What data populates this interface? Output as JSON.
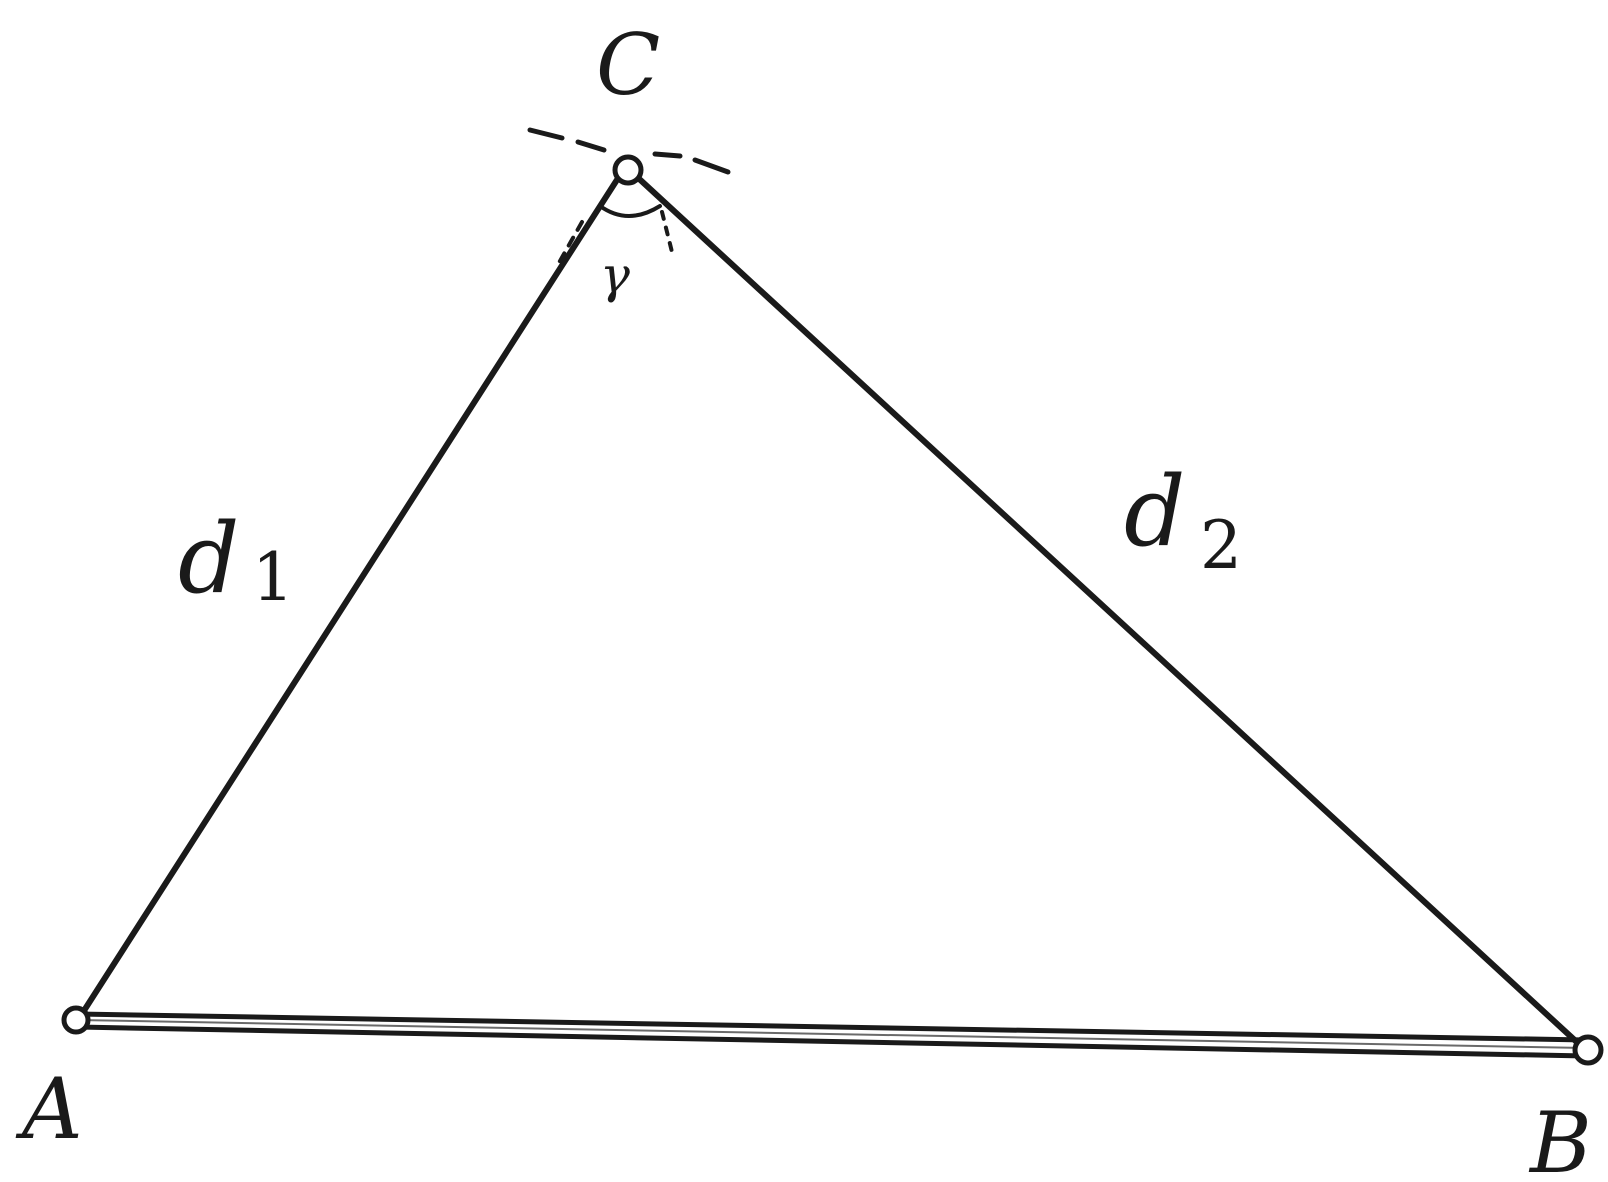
{
  "diagram": {
    "vertices": {
      "a": "A",
      "b": "B",
      "c": "C"
    },
    "sides": {
      "d1_main": "d",
      "d1_sub": "1",
      "d2_main": "d",
      "d2_sub": "2"
    },
    "angle": "γ",
    "colors": {
      "stroke": "#1a1a1a",
      "background": "#ffffff"
    }
  }
}
